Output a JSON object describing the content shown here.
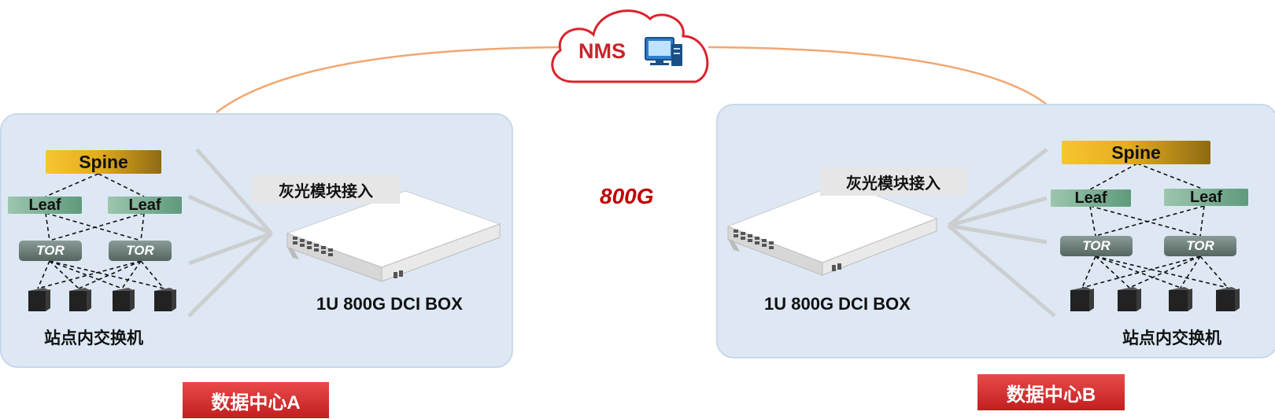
{
  "nms": {
    "label": "NMS",
    "icon": "computer-icon"
  },
  "link": {
    "speed": "800G"
  },
  "site_a": {
    "spine": "Spine",
    "leaf_left": "Leaf",
    "leaf_right": "Leaf",
    "tor_left": "TOR",
    "tor_right": "TOR",
    "switch_label": "站点内交换机",
    "module_label": "灰光模块接入",
    "box_label": "1U 800G DCI BOX",
    "dc_label": "数据中心A"
  },
  "site_b": {
    "spine": "Spine",
    "leaf_left": "Leaf",
    "leaf_right": "Leaf",
    "tor_left": "TOR",
    "tor_right": "TOR",
    "switch_label": "站点内交换机",
    "module_label": "灰光模块接入",
    "box_label": "1U 800G DCI BOX",
    "dc_label": "数据中心B"
  },
  "colors": {
    "cloud_border": "#d9232d",
    "arc": "#f2a771",
    "dc_red": "#d12a2a",
    "panel": "#dde8f4"
  }
}
